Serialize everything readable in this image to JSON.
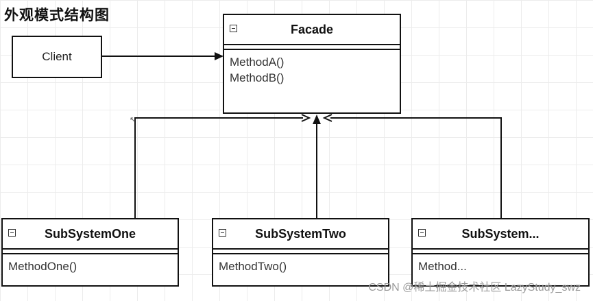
{
  "title": "外观模式结构图",
  "client": {
    "label": "Client"
  },
  "facade": {
    "name": "Facade",
    "methods": [
      "MethodA()",
      "MethodB()"
    ]
  },
  "subsystems": [
    {
      "name": "SubSystemOne",
      "method": "MethodOne()"
    },
    {
      "name": "SubSystemTwo",
      "method": "MethodTwo()"
    },
    {
      "name": "SubSystem...",
      "method": "Method..."
    }
  ],
  "watermark": "CSDN @稀土掘金技术社区 LazyStudy_swz",
  "colors": {
    "stroke": "#111111",
    "grid": "#ececec",
    "watermark": "#9a9a9a"
  },
  "icons": {
    "collapse": "collapse-square-icon"
  }
}
